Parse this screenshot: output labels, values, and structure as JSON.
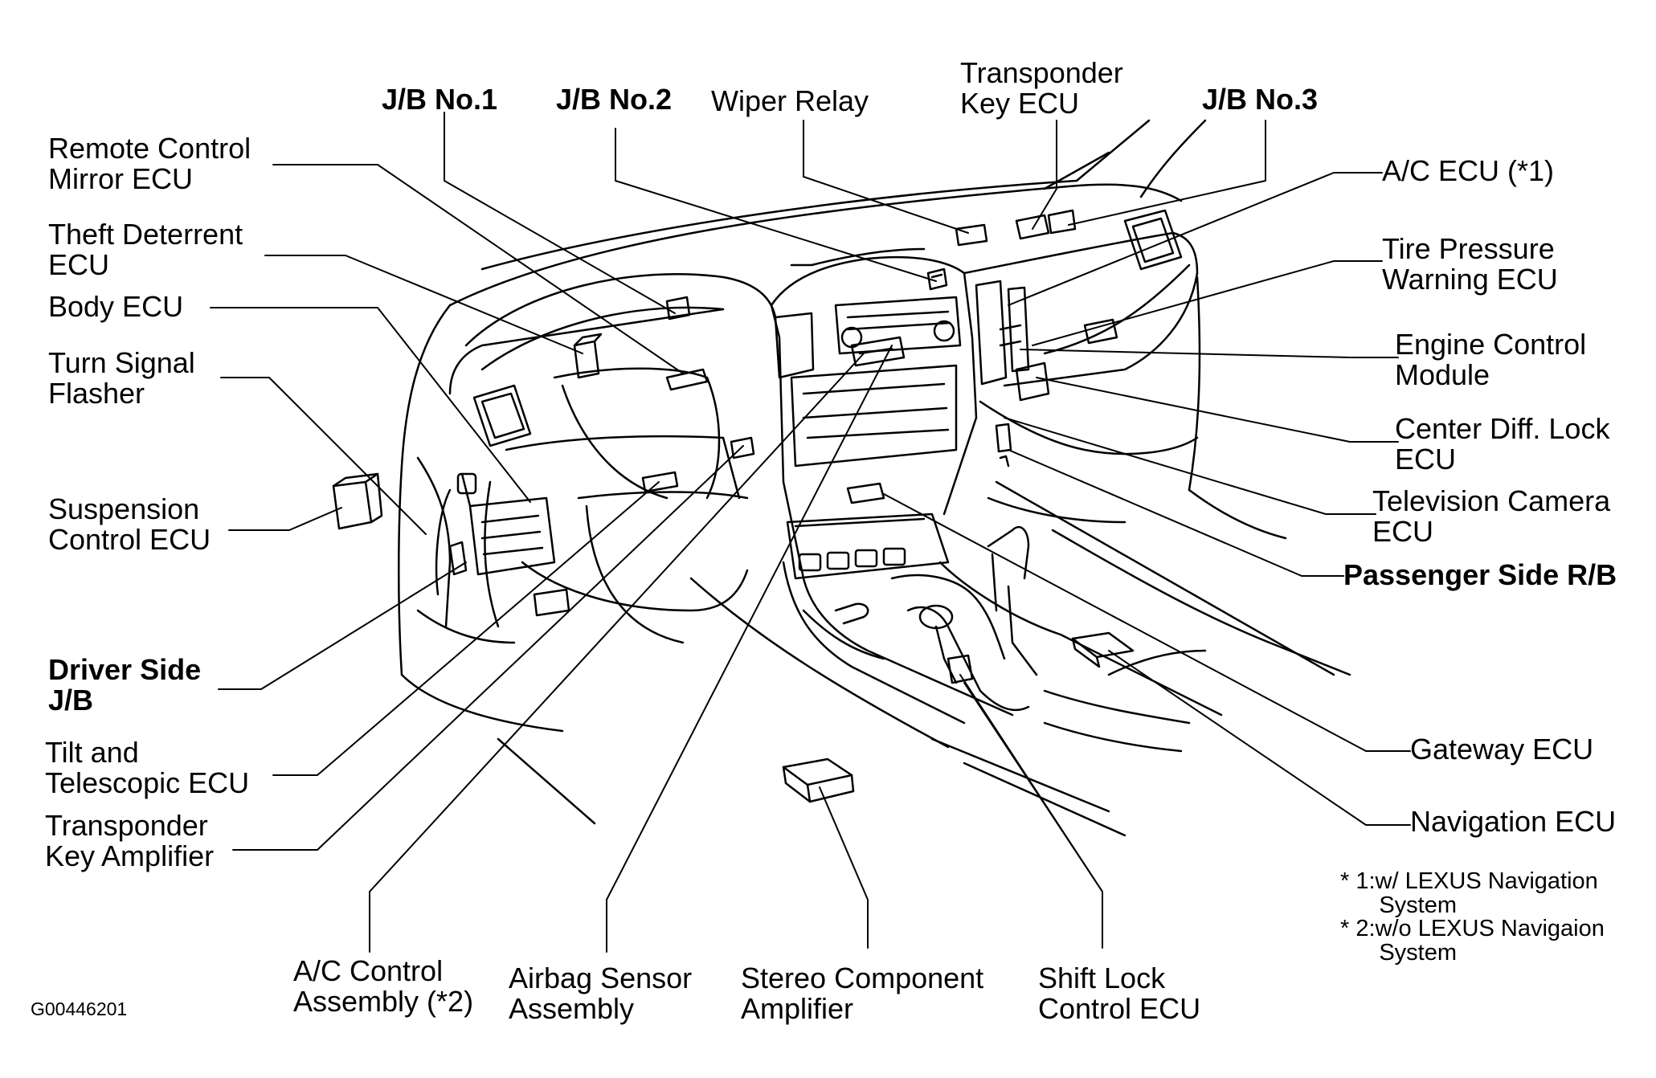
{
  "colors": {
    "ink": "#000000",
    "background": "#ffffff"
  },
  "labels": {
    "jb_no1": "J/B No.1",
    "jb_no2": "J/B No.2",
    "wiper_relay": "Wiper Relay",
    "transponder_key_ecu": "Transponder\nKey ECU",
    "jb_no3": "J/B No.3",
    "remote_control_mirror_ecu": "Remote Control\nMirror ECU",
    "theft_deterrent_ecu": "Theft Deterrent\nECU",
    "body_ecu": "Body ECU",
    "turn_signal_flasher": "Turn Signal\nFlasher",
    "suspension_control_ecu": "Suspension\nControl ECU",
    "driver_side_jb": "Driver Side\nJ/B",
    "tilt_telescopic_ecu": "Tilt and\nTelescopic ECU",
    "transponder_key_amplifier": "Transponder\nKey Amplifier",
    "ac_control_assembly": "A/C Control\nAssembly (*2)",
    "airbag_sensor_assembly": "Airbag Sensor\nAssembly",
    "stereo_component_amplifier": "Stereo Component\nAmplifier",
    "shift_lock_control_ecu": "Shift Lock\nControl ECU",
    "ac_ecu": "A/C ECU (*1)",
    "tire_pressure_warning_ecu": "Tire Pressure\nWarning ECU",
    "engine_control_module": "Engine Control\nModule",
    "center_diff_lock_ecu": "Center Diff. Lock\nECU",
    "television_camera_ecu": "Television Camera\nECU",
    "passenger_side_rb": "Passenger Side R/B",
    "gateway_ecu": "Gateway ECU",
    "navigation_ecu": "Navigation ECU"
  },
  "footnotes": {
    "note1": "* 1:w/ LEXUS Navigation\n      System",
    "note2": "* 2:w/o LEXUS Navigaion\n      System"
  },
  "figure_id": "G00446201"
}
